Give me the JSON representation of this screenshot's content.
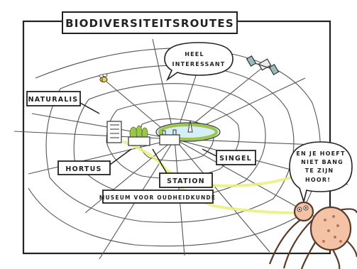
{
  "title": "BIODIVERSITEITSROUTES",
  "labels": {
    "naturalis": "NATURALIS",
    "hortus": "HORTUS",
    "station": "STATION",
    "museum": "MUSEUM VOOR OUDHEIDKUNDE",
    "singel": "SINGEL"
  },
  "bubbles": {
    "top": [
      "HEEL",
      "INTERESSANT"
    ],
    "right": [
      "EN JE HOEFT",
      "NIET BANG",
      "TE ZIJN",
      "HOOR!"
    ]
  },
  "colors": {
    "ink": "#222222",
    "route_highlight": "#e8f07a",
    "spider_body": "#f4c3a6",
    "spider_outline": "#5a3a2a",
    "trees": "#9cc64a",
    "water": "#d6eef6"
  }
}
